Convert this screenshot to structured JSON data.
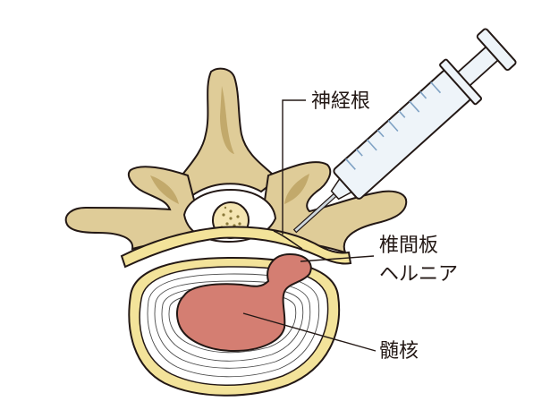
{
  "labels": {
    "nerve_root": "神経根",
    "herniation_line1": "椎間板",
    "herniation_line2": "ヘルニア",
    "nucleus": "髄核"
  },
  "colors": {
    "bone": "#DFCC98",
    "bone_shadow": "#C2A96B",
    "outline": "#231815",
    "nerve": "#F3E39A",
    "annulus_ring": "#FFFFFF",
    "nucleus": "#D47E72",
    "syringe_body": "#EEF4F9",
    "syringe_mark": "#7FA2C4",
    "spinal_cord": "#F4E5B2"
  }
}
